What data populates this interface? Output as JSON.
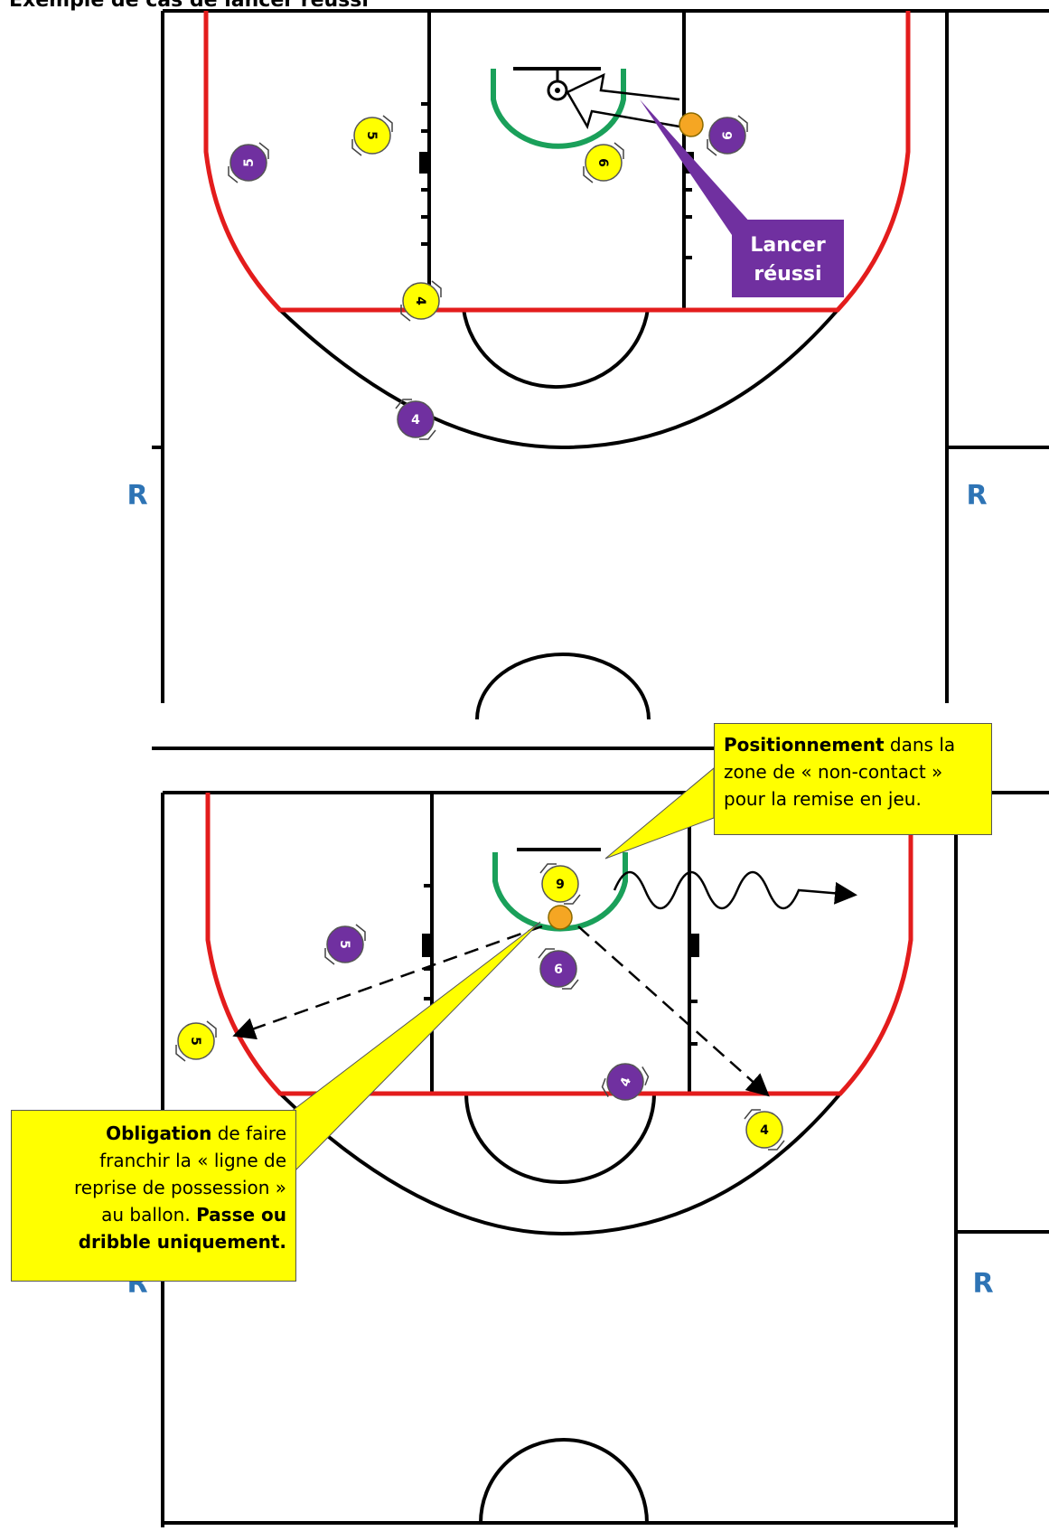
{
  "title": "Exemple de cas de lancer réussi",
  "referee_label": "R",
  "callouts": {
    "top": {
      "line1": "Lancer",
      "line2": "réussi",
      "color": "#7030a0"
    },
    "right": {
      "bold": "Positionnement",
      "rest1": " dans la",
      "line2": "zone de « non-contact »",
      "line3": "pour la remise en jeu.",
      "color": "#ffff00"
    },
    "left": {
      "bold1": "Obligation",
      "rest1": " de faire",
      "line2": "franchir la « ligne de",
      "line3": "reprise de possession »",
      "line4a": "au ballon. ",
      "line4b": "Passe ou",
      "line5": "dribble uniquement.",
      "color": "#ffff00"
    }
  },
  "players": {
    "top": [
      {
        "team": "purple",
        "n": "5"
      },
      {
        "team": "yellow",
        "n": "5"
      },
      {
        "team": "yellow",
        "n": "6"
      },
      {
        "team": "purple",
        "n": "6"
      },
      {
        "team": "yellow",
        "n": "4"
      },
      {
        "team": "purple",
        "n": "4"
      }
    ],
    "bottom": [
      {
        "team": "yellow",
        "n": "9"
      },
      {
        "team": "purple",
        "n": "6"
      },
      {
        "team": "purple",
        "n": "5"
      },
      {
        "team": "yellow",
        "n": "5"
      },
      {
        "team": "purple",
        "n": "4"
      },
      {
        "team": "yellow",
        "n": "4"
      }
    ]
  },
  "colors": {
    "team_yellow": "#ffff00",
    "team_purple": "#7030a0",
    "ball": "#f5a623",
    "three_point_line": "#e31c1c",
    "restricted_arc": "#1aa05a",
    "referee": "#2e74b5"
  }
}
